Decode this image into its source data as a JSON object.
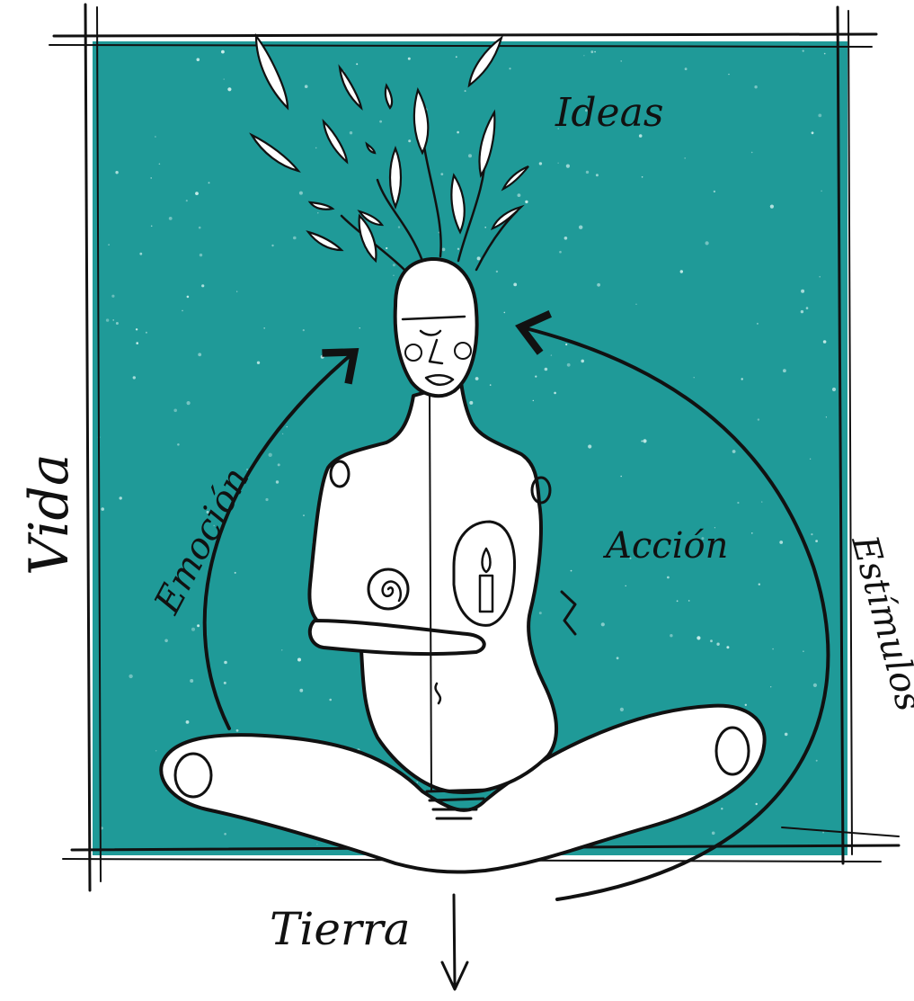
{
  "colors": {
    "panel": "#1f9a98",
    "ink": "#111111",
    "skin": "#ffffff",
    "speck": "#e6fbf8"
  },
  "labels": {
    "ideas": "Ideas",
    "accion": "Acción",
    "emocion": "Emoción",
    "estimulos": "Estímulos",
    "vida": "Vida",
    "tierra": "Tierra"
  }
}
